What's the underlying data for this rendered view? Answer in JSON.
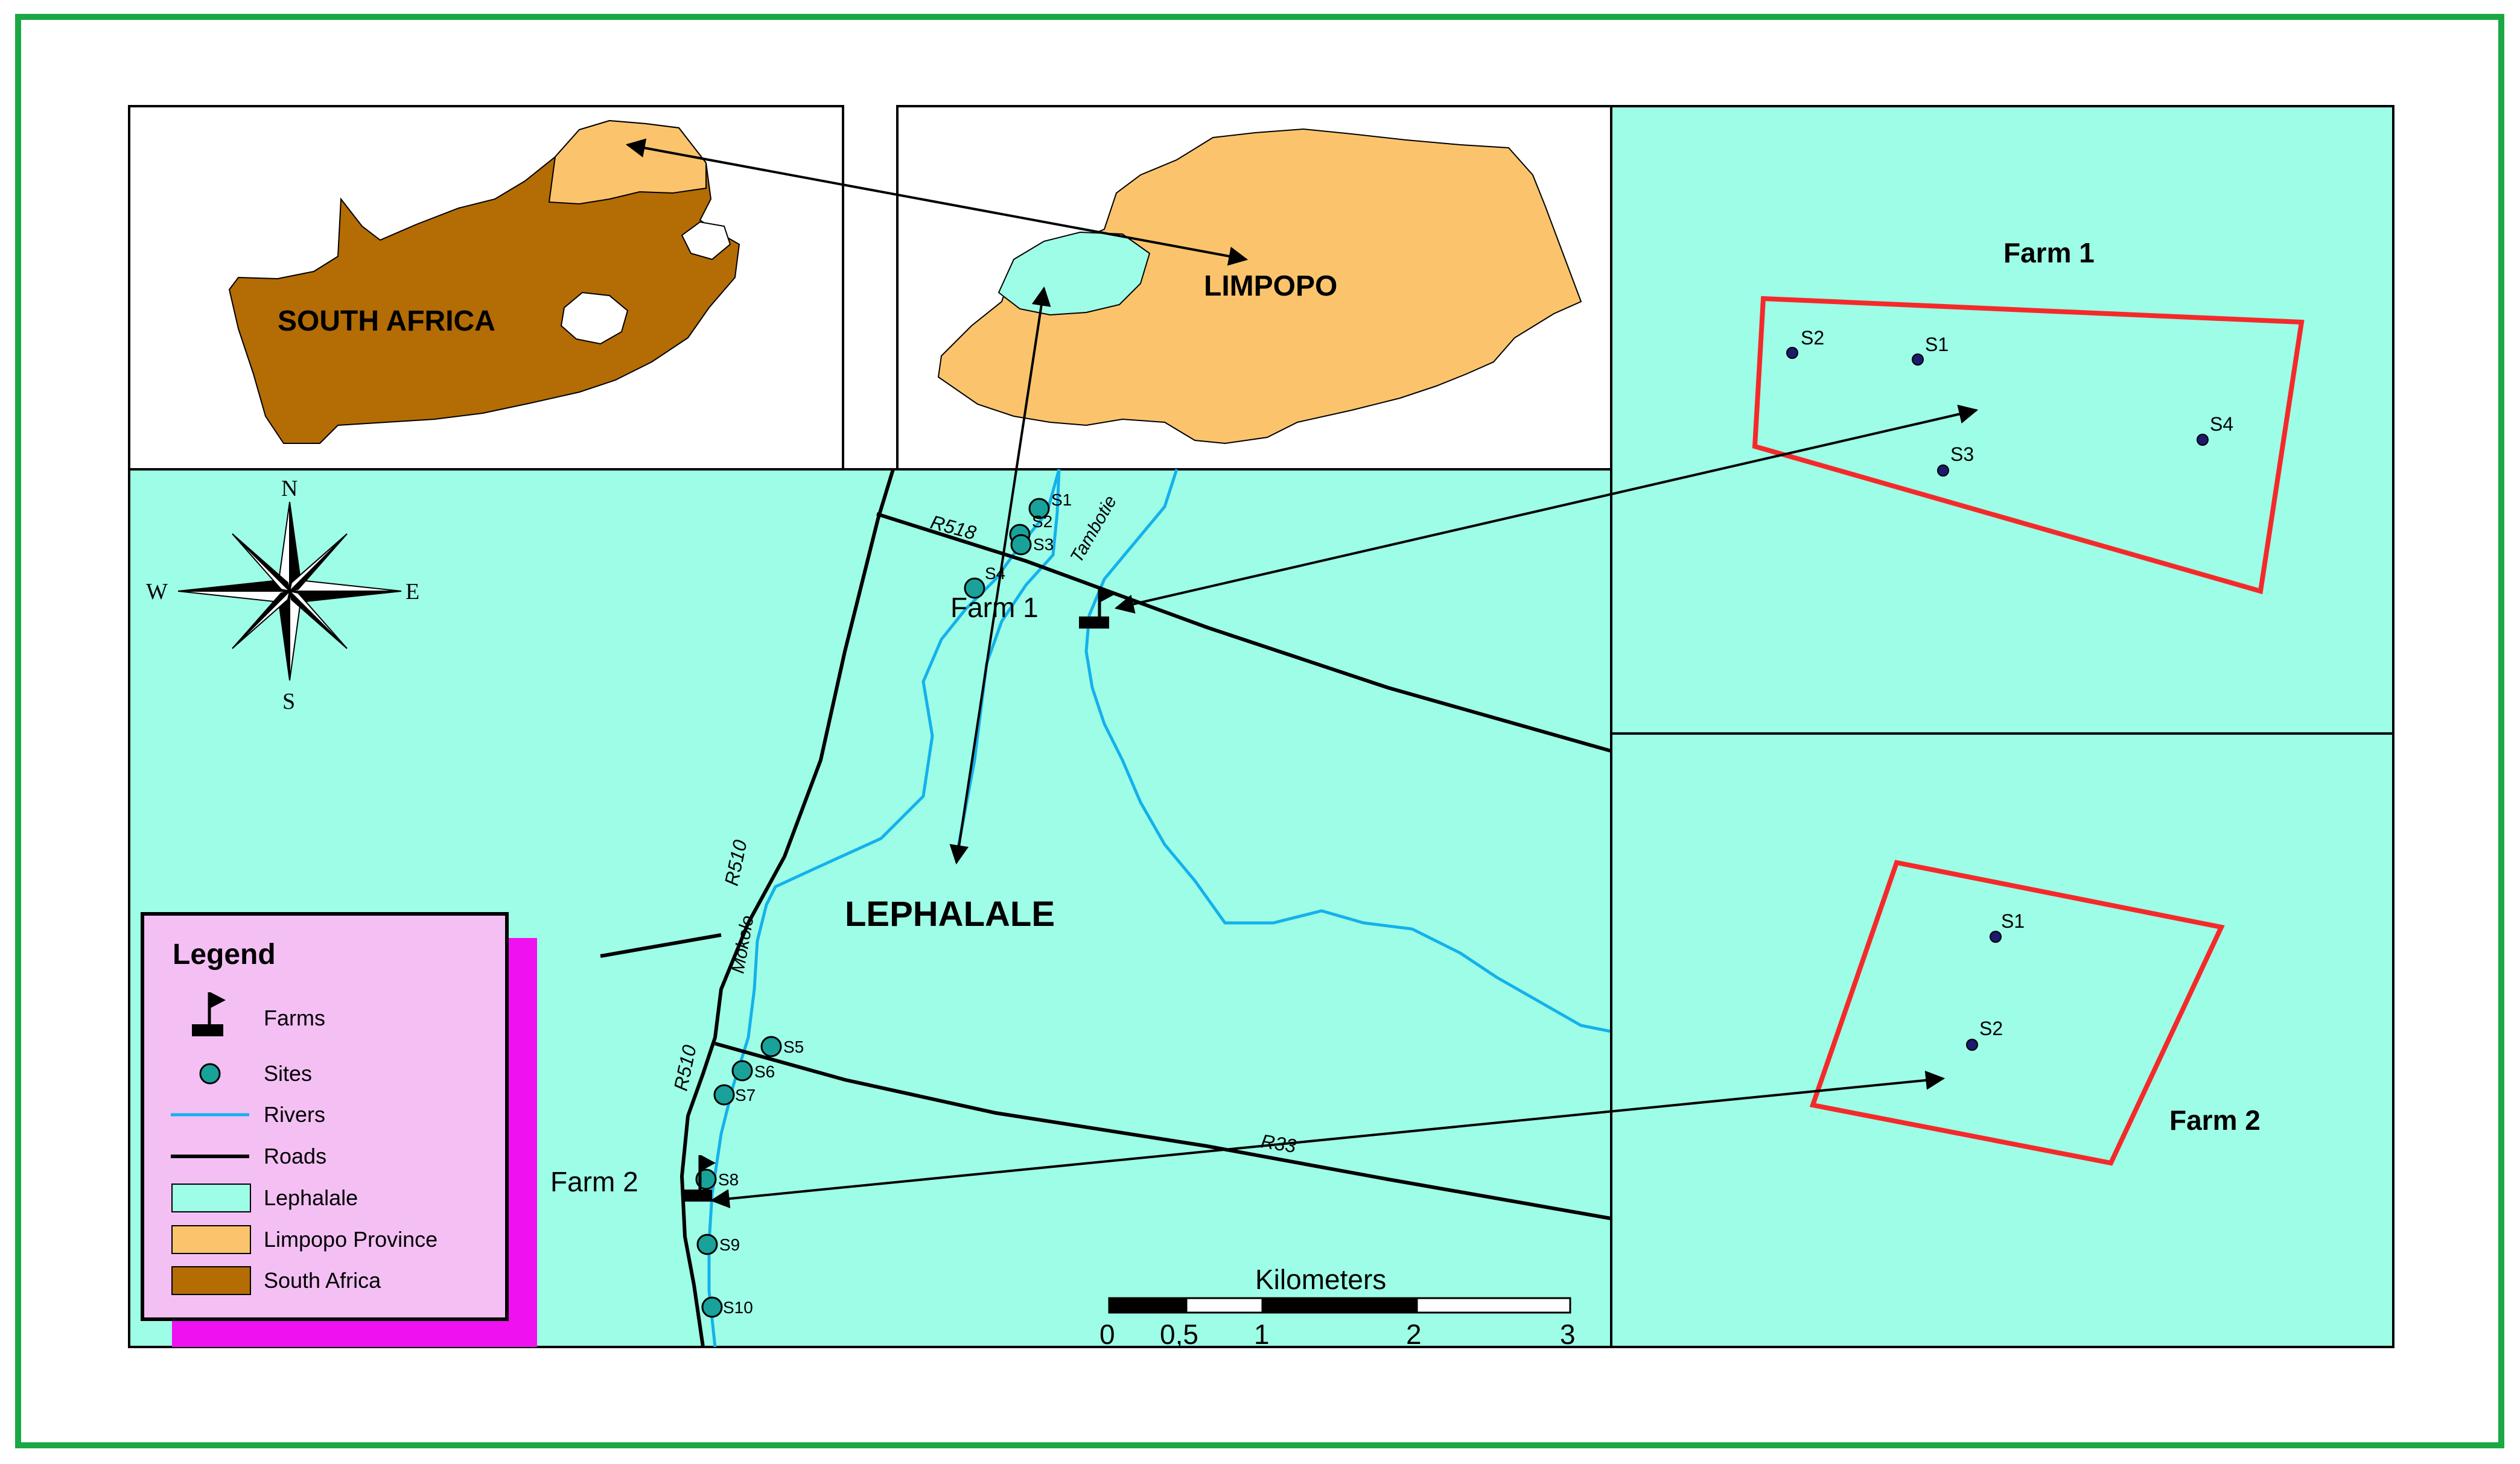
{
  "colors": {
    "frame": "#1aa845",
    "lephalale": "#9efde6",
    "limpopo": "#fbc46c",
    "south_africa": "#b46c05",
    "river": "#14b1ec",
    "road": "#000000",
    "farm_boundary": "#f42a2a",
    "legend_bg": "#f4c0f4",
    "legend_shadow": "#f011f0",
    "site_fill": "#19a29a",
    "inset_site": "#1a1a6e"
  },
  "labels": {
    "south_africa": "SOUTH AFRICA",
    "limpopo": "LIMPOPO",
    "lephalale": "LEPHALALE",
    "farm1": "Farm 1",
    "farm2": "Farm 2",
    "inset_farm1": "Farm 1",
    "inset_farm2": "Farm 2"
  },
  "compass": {
    "n": "N",
    "s": "S",
    "e": "E",
    "w": "W"
  },
  "roads": {
    "r518": "R518",
    "r510_top": "R510",
    "r510_bottom": "R510",
    "r33": "R33"
  },
  "rivers": {
    "tambotie": "Tambotie",
    "mokolo": "Mokolo"
  },
  "sites": {
    "s1": "S1",
    "s2": "S2",
    "s3": "S3",
    "s4": "S4",
    "s5": "S5",
    "s6": "S6",
    "s7": "S7",
    "s8": "S8",
    "s9": "S9",
    "s10": "S10"
  },
  "inset_farm1_sites": {
    "s1": "S1",
    "s2": "S2",
    "s3": "S3",
    "s4": "S4"
  },
  "inset_farm2_sites": {
    "s1": "S1",
    "s2": "S2"
  },
  "legend": {
    "title": "Legend",
    "items": [
      {
        "label": "Farms",
        "symbol": "flag-icon"
      },
      {
        "label": "Sites",
        "symbol": "site-dot-icon"
      },
      {
        "label": "Rivers",
        "symbol": "river-line"
      },
      {
        "label": "Roads",
        "symbol": "road-line"
      },
      {
        "label": "Lephalale",
        "symbol": "lephalale-swatch"
      },
      {
        "label": "Limpopo Province",
        "symbol": "limpopo-swatch"
      },
      {
        "label": "South Africa",
        "symbol": "south-africa-swatch"
      }
    ]
  },
  "scale_bar": {
    "title": "Kilometers",
    "ticks": [
      "0",
      "0,5",
      "1",
      "2",
      "3"
    ]
  }
}
